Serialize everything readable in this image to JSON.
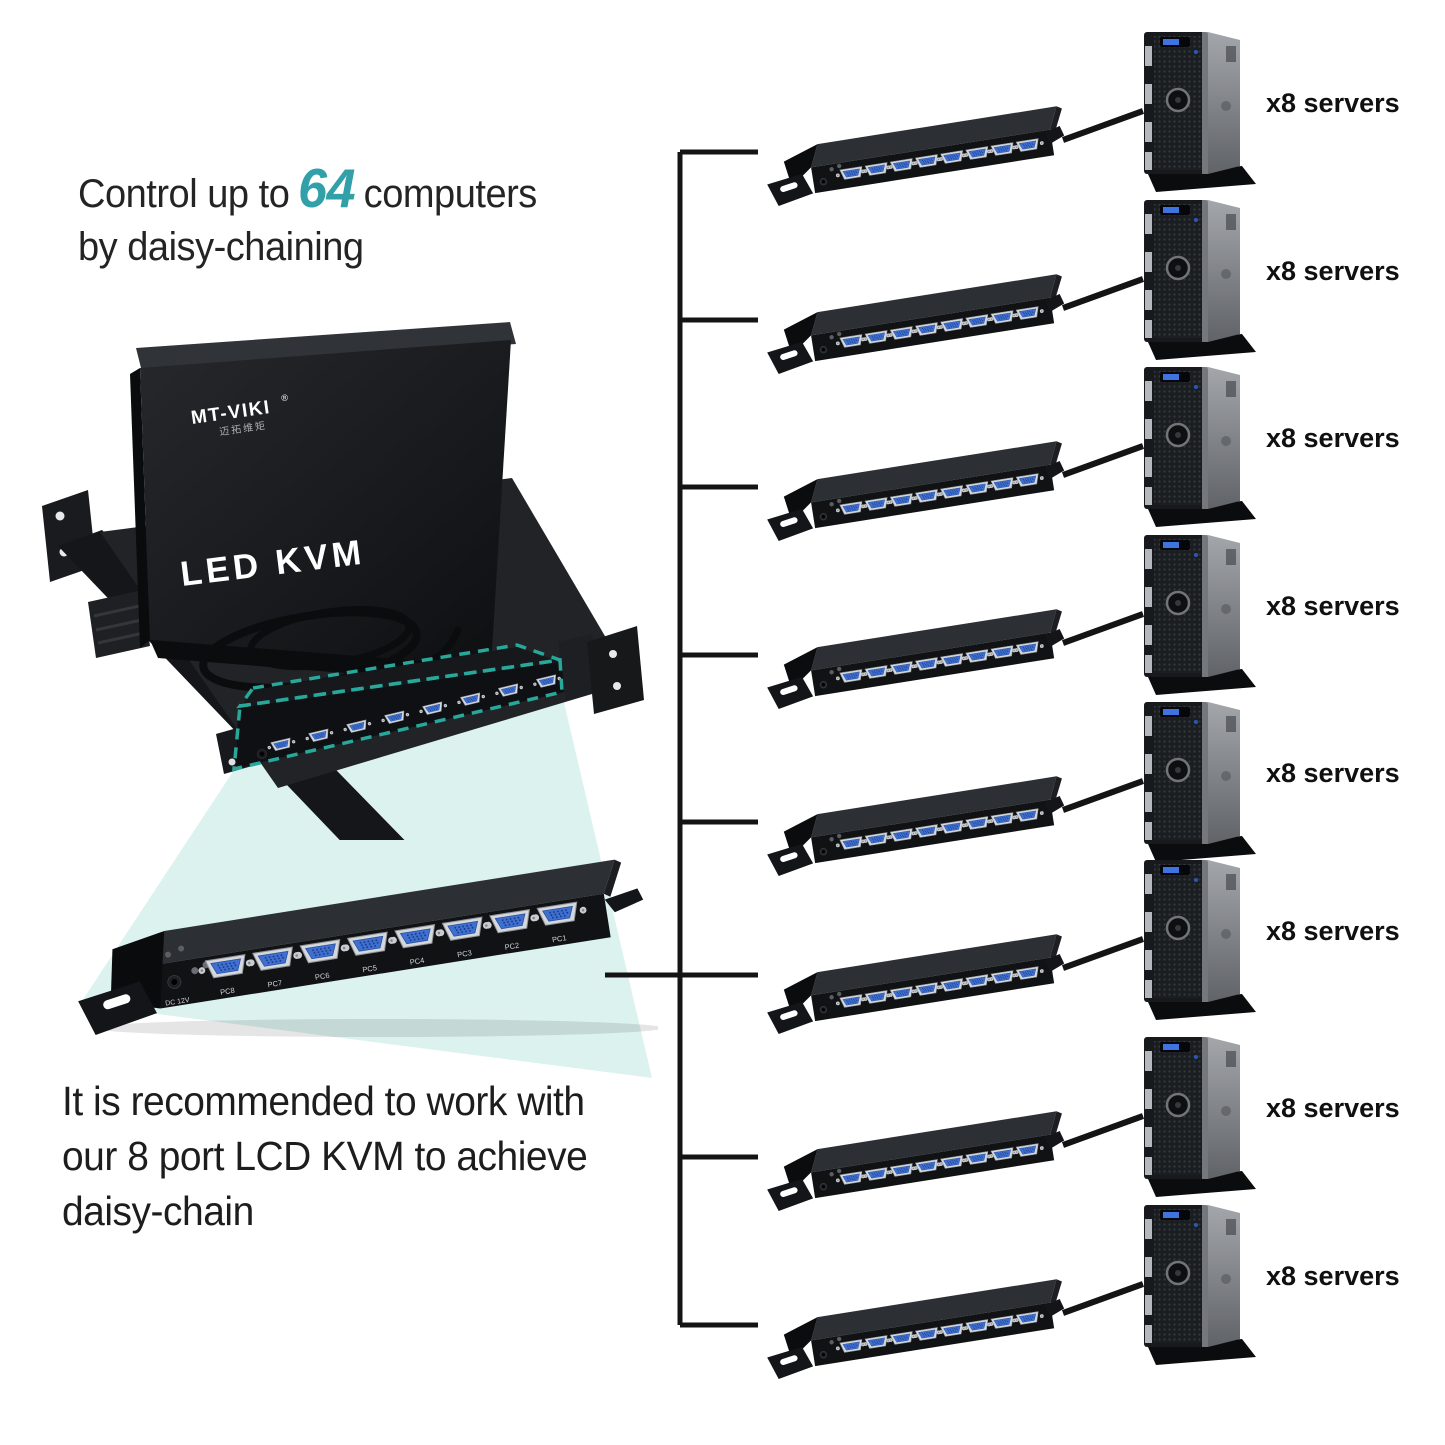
{
  "heading": {
    "prefix": "Control up to",
    "highlight": "64",
    "suffix": "computers",
    "line2": "by daisy-chaining"
  },
  "console": {
    "brand": "MT-VIKI",
    "reg_mark": "®",
    "brand_cn": "迈拓维矩",
    "screen_label": "LED KVM"
  },
  "big_switch": {
    "power_label": "DC 12V",
    "port_labels": [
      "PC8",
      "PC7",
      "PC6",
      "PC5",
      "PC4",
      "PC3",
      "PC2",
      "PC1"
    ]
  },
  "note": {
    "line1": "It is recommended to work with",
    "line2": "our 8 port LCD KVM to achieve",
    "line3": "daisy-chain"
  },
  "rows": [
    {
      "label": "x8 servers"
    },
    {
      "label": "x8 servers"
    },
    {
      "label": "x8 servers"
    },
    {
      "label": "x8 servers"
    },
    {
      "label": "x8 servers"
    },
    {
      "label": "x8 servers"
    },
    {
      "label": "x8 servers"
    },
    {
      "label": "x8 servers"
    }
  ],
  "colors": {
    "accent_teal": "#31a0a8",
    "dashed_outline_teal": "#28a79b",
    "light_beam": "#dbf2ee",
    "connector_line": "#141414",
    "vga_port_blue": "#3f6fd0"
  }
}
